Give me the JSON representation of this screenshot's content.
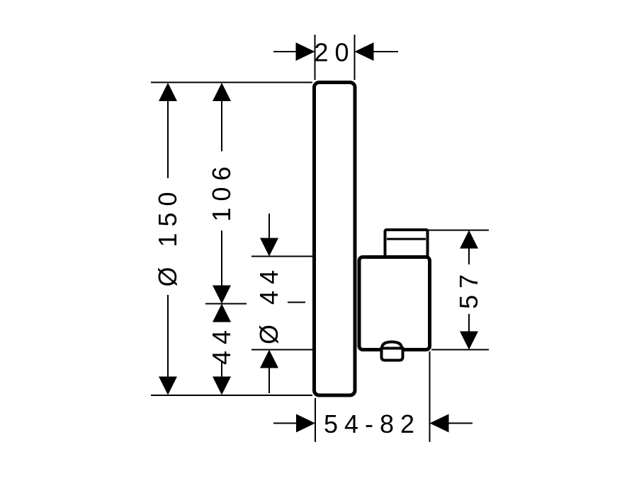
{
  "colors": {
    "ink": "#000000",
    "background": "#ffffff"
  },
  "dimensions": {
    "plate_thickness": {
      "label": "20"
    },
    "plate_diameter": {
      "label": "Ø 150"
    },
    "top_to_handle_center": {
      "label": "106"
    },
    "handle_center_to_bottom": {
      "label": "44"
    },
    "handle_diameter": {
      "label": "Ø 44"
    },
    "handle_depth": {
      "label": "57"
    },
    "installation_depth_range": {
      "label": "54-82"
    }
  }
}
